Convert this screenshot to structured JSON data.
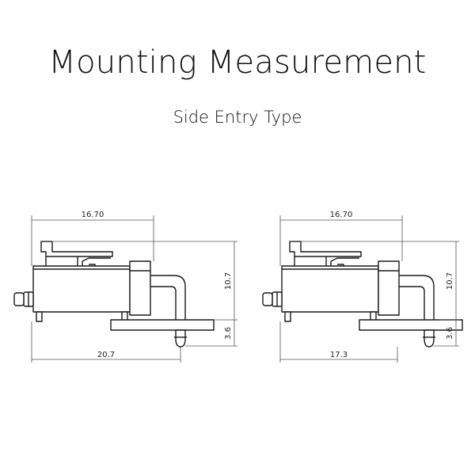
{
  "title": "Mounting Measurement",
  "subtitle": "Side Entry Type",
  "views": [
    {
      "dim_top": "16.70",
      "dim_height": "10.7",
      "dim_pin": "3.6",
      "dim_bottom": "20.7"
    },
    {
      "dim_top": "16.70",
      "dim_height": "10.7",
      "dim_pin": "3.6",
      "dim_bottom": "17.3"
    }
  ]
}
